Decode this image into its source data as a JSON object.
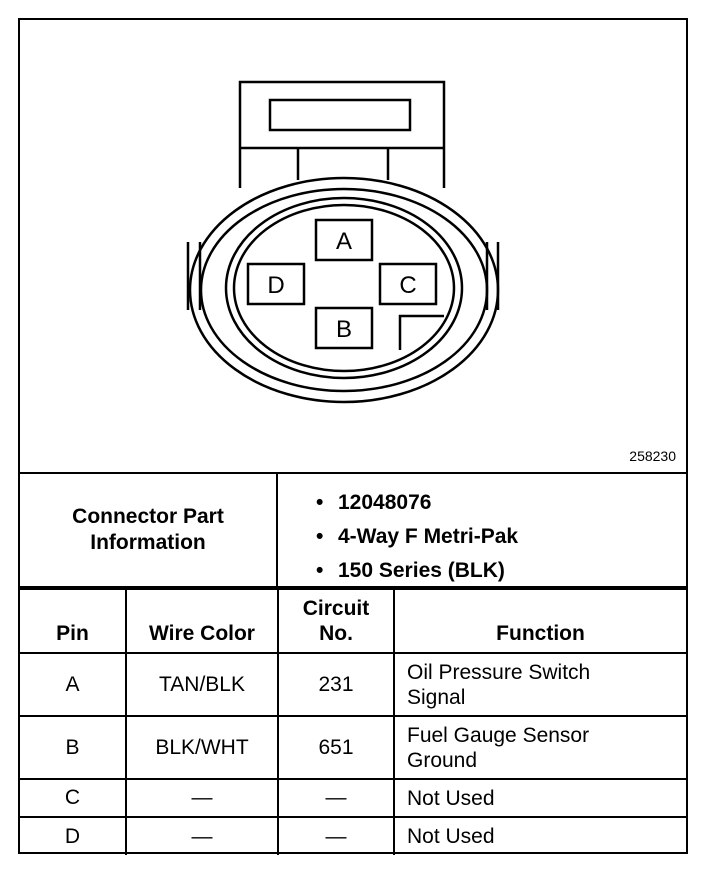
{
  "figure_id": "258230",
  "connector": {
    "pins": [
      "A",
      "B",
      "C",
      "D"
    ]
  },
  "part_info": {
    "label_line1": "Connector Part",
    "label_line2": "Information",
    "items": [
      "12048076",
      "4-Way F Metri-Pak",
      "150 Series (BLK)"
    ]
  },
  "table": {
    "headers": {
      "pin": "Pin",
      "wire_color": "Wire Color",
      "circuit_line1": "Circuit",
      "circuit_line2": "No.",
      "function": "Function"
    },
    "rows": [
      {
        "pin": "A",
        "wire_color": "TAN/BLK",
        "circuit": "231",
        "function_line1": "Oil Pressure Switch",
        "function_line2": "Signal"
      },
      {
        "pin": "B",
        "wire_color": "BLK/WHT",
        "circuit": "651",
        "function_line1": "Fuel Gauge Sensor",
        "function_line2": "Ground"
      },
      {
        "pin": "C",
        "wire_color": "—",
        "circuit": "—",
        "function_line1": "Not Used",
        "function_line2": ""
      },
      {
        "pin": "D",
        "wire_color": "—",
        "circuit": "—",
        "function_line1": "Not Used",
        "function_line2": ""
      }
    ]
  }
}
